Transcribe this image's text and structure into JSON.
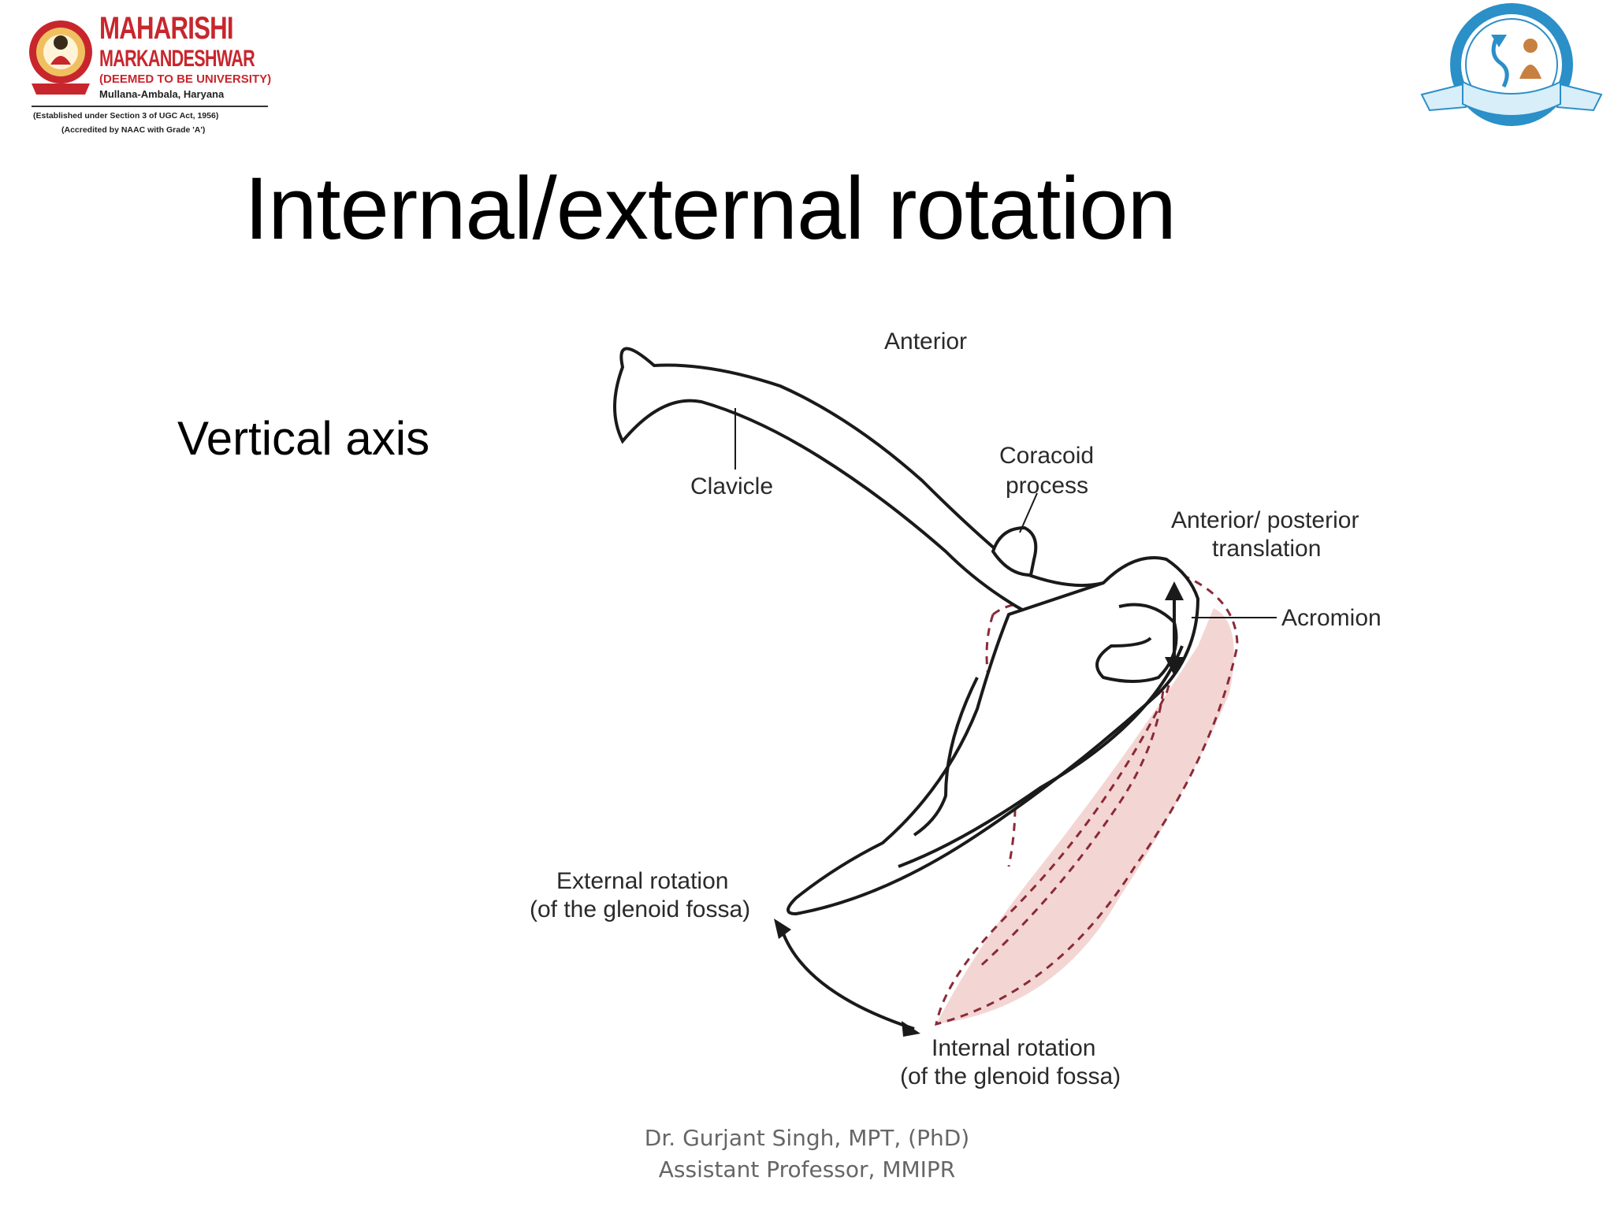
{
  "logo_left": {
    "name_line1": "MAHARISHI",
    "name_line2": "MARKANDESHWAR",
    "subtitle": "(DEEMED TO BE UNIVERSITY)",
    "location": "Mullana-Ambala, Haryana",
    "established": "(Established under Section 3 of UGC Act, 1956)",
    "accreditation": "(Accredited by NAAC with Grade 'A')",
    "colors": {
      "brand_red": "#c8262d",
      "medallion_gold": "#e0a030"
    }
  },
  "logo_right": {
    "icon": "institute-seal",
    "colors": {
      "ring": "#2b8fc8",
      "ribbon": "#d8eef8"
    }
  },
  "slide": {
    "title": "Internal/external rotation",
    "axis_text": "Vertical axis"
  },
  "figure": {
    "labels": {
      "anterior": "Anterior",
      "clavicle": "Clavicle",
      "coracoid_line1": "Coracoid",
      "coracoid_line2": "process",
      "translation_line1": "Anterior/ posterior",
      "translation_line2": "translation",
      "acromion": "Acromion",
      "external_line1": "External rotation",
      "external_line2": "(of the glenoid fossa)",
      "internal_line1": "Internal rotation",
      "internal_line2": "(of the glenoid fossa)"
    },
    "colors": {
      "outline": "#1a1a1a",
      "dashed": "#8a2a38",
      "shade": "#f3d6d3"
    }
  },
  "footer": {
    "name": "Dr. Gurjant Singh, MPT, (PhD)",
    "title": "Assistant Professor, MMIPR"
  }
}
